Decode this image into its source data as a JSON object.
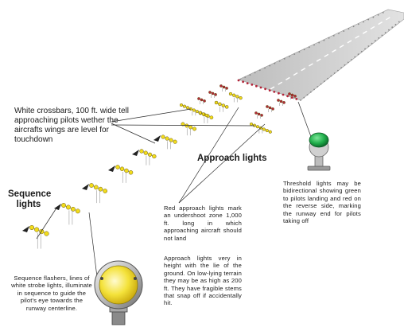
{
  "labels": {
    "crossbars": "White crossbars, 100 ft. wide tell approaching pilots wether the aircrafts wings are level for touchdown",
    "approach_lights": "Approach lights",
    "sequence_lights": "Sequence\nlights",
    "threshold": "Threshold lights may be bidirectional showing green to pilots landing and red on the reverse side, marking the runway end for pilots taking off",
    "red_approach": "Red approach lights mark an undershoot zone 1,000 ft. long in which approaching aircraft should not land",
    "approach_height": "Approach lights very in height with the lie of the ground. On low-lying terrain they may be as high as 200 ft. They have fragible stems that snap off if accidentally hit.",
    "sequence_flashers": "Sequence flashers, lines of white strobe lights, illuminate in sequence to guide the pilot's eye towards the runway centerline."
  },
  "colors": {
    "yellow_light": "#f2dc1c",
    "red_light": "#b3263a",
    "green_light": "#1fae4a",
    "runway_surface": "#c9c9c9",
    "flasher_arrow": "#222222"
  }
}
